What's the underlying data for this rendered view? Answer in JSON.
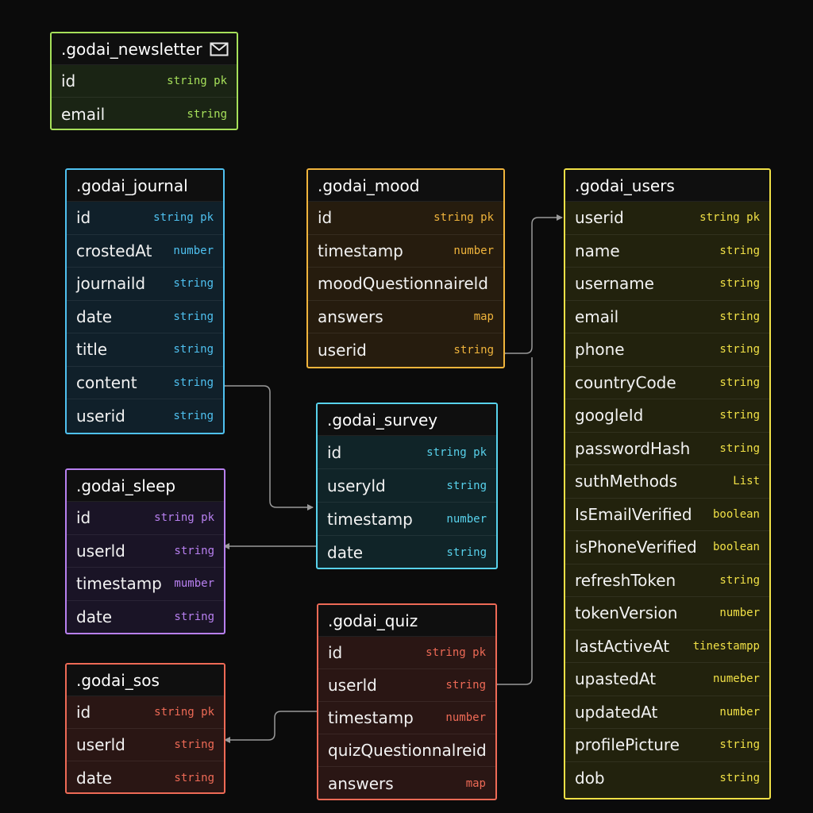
{
  "colors": {
    "newsletter": "#a6e05a",
    "journal": "#4fc1f0",
    "mood": "#f0b43c",
    "users": "#f0e046",
    "survey": "#58d2ec",
    "sleep": "#b880f0",
    "quiz": "#ee6a56",
    "sos": "#ee6a56",
    "connector": "#9a9a9a"
  },
  "tables": {
    "newsletter": {
      "name": ".godai_newsletter",
      "icon": "mail-icon",
      "fields": [
        {
          "name": "id",
          "type": "string pk"
        },
        {
          "name": "email",
          "type": "string"
        }
      ]
    },
    "journal": {
      "name": ".godai_journal",
      "fields": [
        {
          "name": "id",
          "type": "string pk"
        },
        {
          "name": "crostedAt",
          "type": "number"
        },
        {
          "name": "journaild",
          "type": "string"
        },
        {
          "name": "date",
          "type": "string"
        },
        {
          "name": "title",
          "type": "string"
        },
        {
          "name": "content",
          "type": "string"
        },
        {
          "name": "userid",
          "type": "string"
        }
      ]
    },
    "mood": {
      "name": ".godai_mood",
      "fields": [
        {
          "name": "id",
          "type": "string pk"
        },
        {
          "name": "timestamp",
          "type": "number"
        },
        {
          "name": "moodQuestionnaireld",
          "type": ""
        },
        {
          "name": "answers",
          "type": "map"
        },
        {
          "name": "userid",
          "type": "string"
        }
      ]
    },
    "users": {
      "name": ".godai_users",
      "fields": [
        {
          "name": "userid",
          "type": "string pk"
        },
        {
          "name": "name",
          "type": "string"
        },
        {
          "name": "username",
          "type": "string"
        },
        {
          "name": "email",
          "type": "string"
        },
        {
          "name": "phone",
          "type": "string"
        },
        {
          "name": "countryCode",
          "type": "string"
        },
        {
          "name": "googleId",
          "type": "string"
        },
        {
          "name": "passwordHash",
          "type": "string"
        },
        {
          "name": "suthMethods",
          "type": "List"
        },
        {
          "name": "IsEmailVerified",
          "type": "boolean"
        },
        {
          "name": "isPhoneVerified",
          "type": "boolean"
        },
        {
          "name": "refreshToken",
          "type": "string"
        },
        {
          "name": "tokenVersion",
          "type": "number"
        },
        {
          "name": "lastActiveAt",
          "type": "tinestampp"
        },
        {
          "name": "upastedAt",
          "type": "numeber"
        },
        {
          "name": "updatedAt",
          "type": "number"
        },
        {
          "name": "profilePicture",
          "type": "string"
        },
        {
          "name": "dob",
          "type": "string"
        }
      ]
    },
    "survey": {
      "name": ".godai_survey",
      "fields": [
        {
          "name": "id",
          "type": "string pk"
        },
        {
          "name": "useryld",
          "type": "string"
        },
        {
          "name": "timestamp",
          "type": "number"
        },
        {
          "name": "date",
          "type": "string"
        }
      ]
    },
    "sleep": {
      "name": ".godai_sleep",
      "fields": [
        {
          "name": "id",
          "type": "string pk"
        },
        {
          "name": "userld",
          "type": "string"
        },
        {
          "name": "timestamp",
          "type": "mumber"
        },
        {
          "name": "date",
          "type": "string"
        }
      ]
    },
    "quiz": {
      "name": ".godai_quiz",
      "fields": [
        {
          "name": "id",
          "type": "string pk"
        },
        {
          "name": "userld",
          "type": "string"
        },
        {
          "name": "timestamp",
          "type": "number"
        },
        {
          "name": "quizQuestionnalreid",
          "type": ""
        },
        {
          "name": "answers",
          "type": "map"
        }
      ]
    },
    "sos": {
      "name": ".godai_sos",
      "fields": [
        {
          "name": "id",
          "type": "string pk"
        },
        {
          "name": "userld",
          "type": "string"
        },
        {
          "name": "date",
          "type": "string"
        }
      ]
    }
  }
}
